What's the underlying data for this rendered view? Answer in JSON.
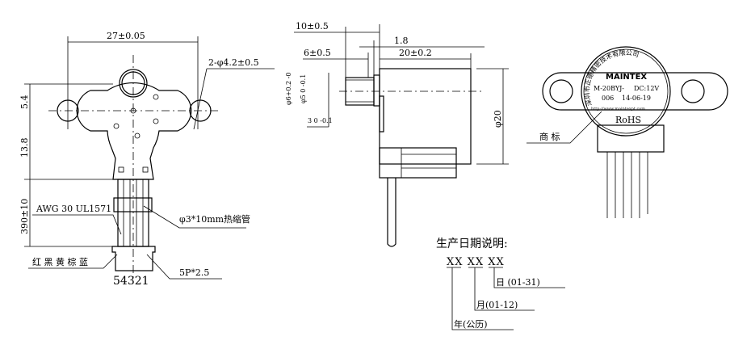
{
  "front_view": {
    "width_dim": "27±0.05",
    "hole_dim": "2-φ4.2±0.5",
    "dim_5_4": "5.4",
    "dim_13_8": "13.8",
    "lead_len": "390±10",
    "wire_spec": "AWG 30 UL1571",
    "heat_shrink": "φ3*10mm热缩管",
    "wire_colors": "红 黑 黄 棕 蓝",
    "pin_numbers": "54321",
    "connector": "5P*2.5"
  },
  "side_view": {
    "dim_10": "10±0.5",
    "dim_1_8": "1.8",
    "dim_6": "6±0.5",
    "dim_20": "20±0.2",
    "shaft_dia": "φ6+0.2 -0",
    "inner_dia": "φ5 0 -0.1",
    "flat": "3 0 -0.1",
    "body_dia": "φ20"
  },
  "top_view": {
    "company": "深圳市正德精密技术有限公司",
    "brand": "MAINTEX",
    "model": "M-20BYJ-",
    "voltage": "DC:12V",
    "code": "006",
    "date": "14-06-19",
    "url": "http://www.maintexpt.com",
    "rohs": "RoHS",
    "trademark_label": "商 标"
  },
  "date_legend": {
    "title": "生产日期说明:",
    "code": "XX XX XX",
    "day": "日 (01-31)",
    "month": "月(01-12)",
    "year": "年(公历)"
  }
}
